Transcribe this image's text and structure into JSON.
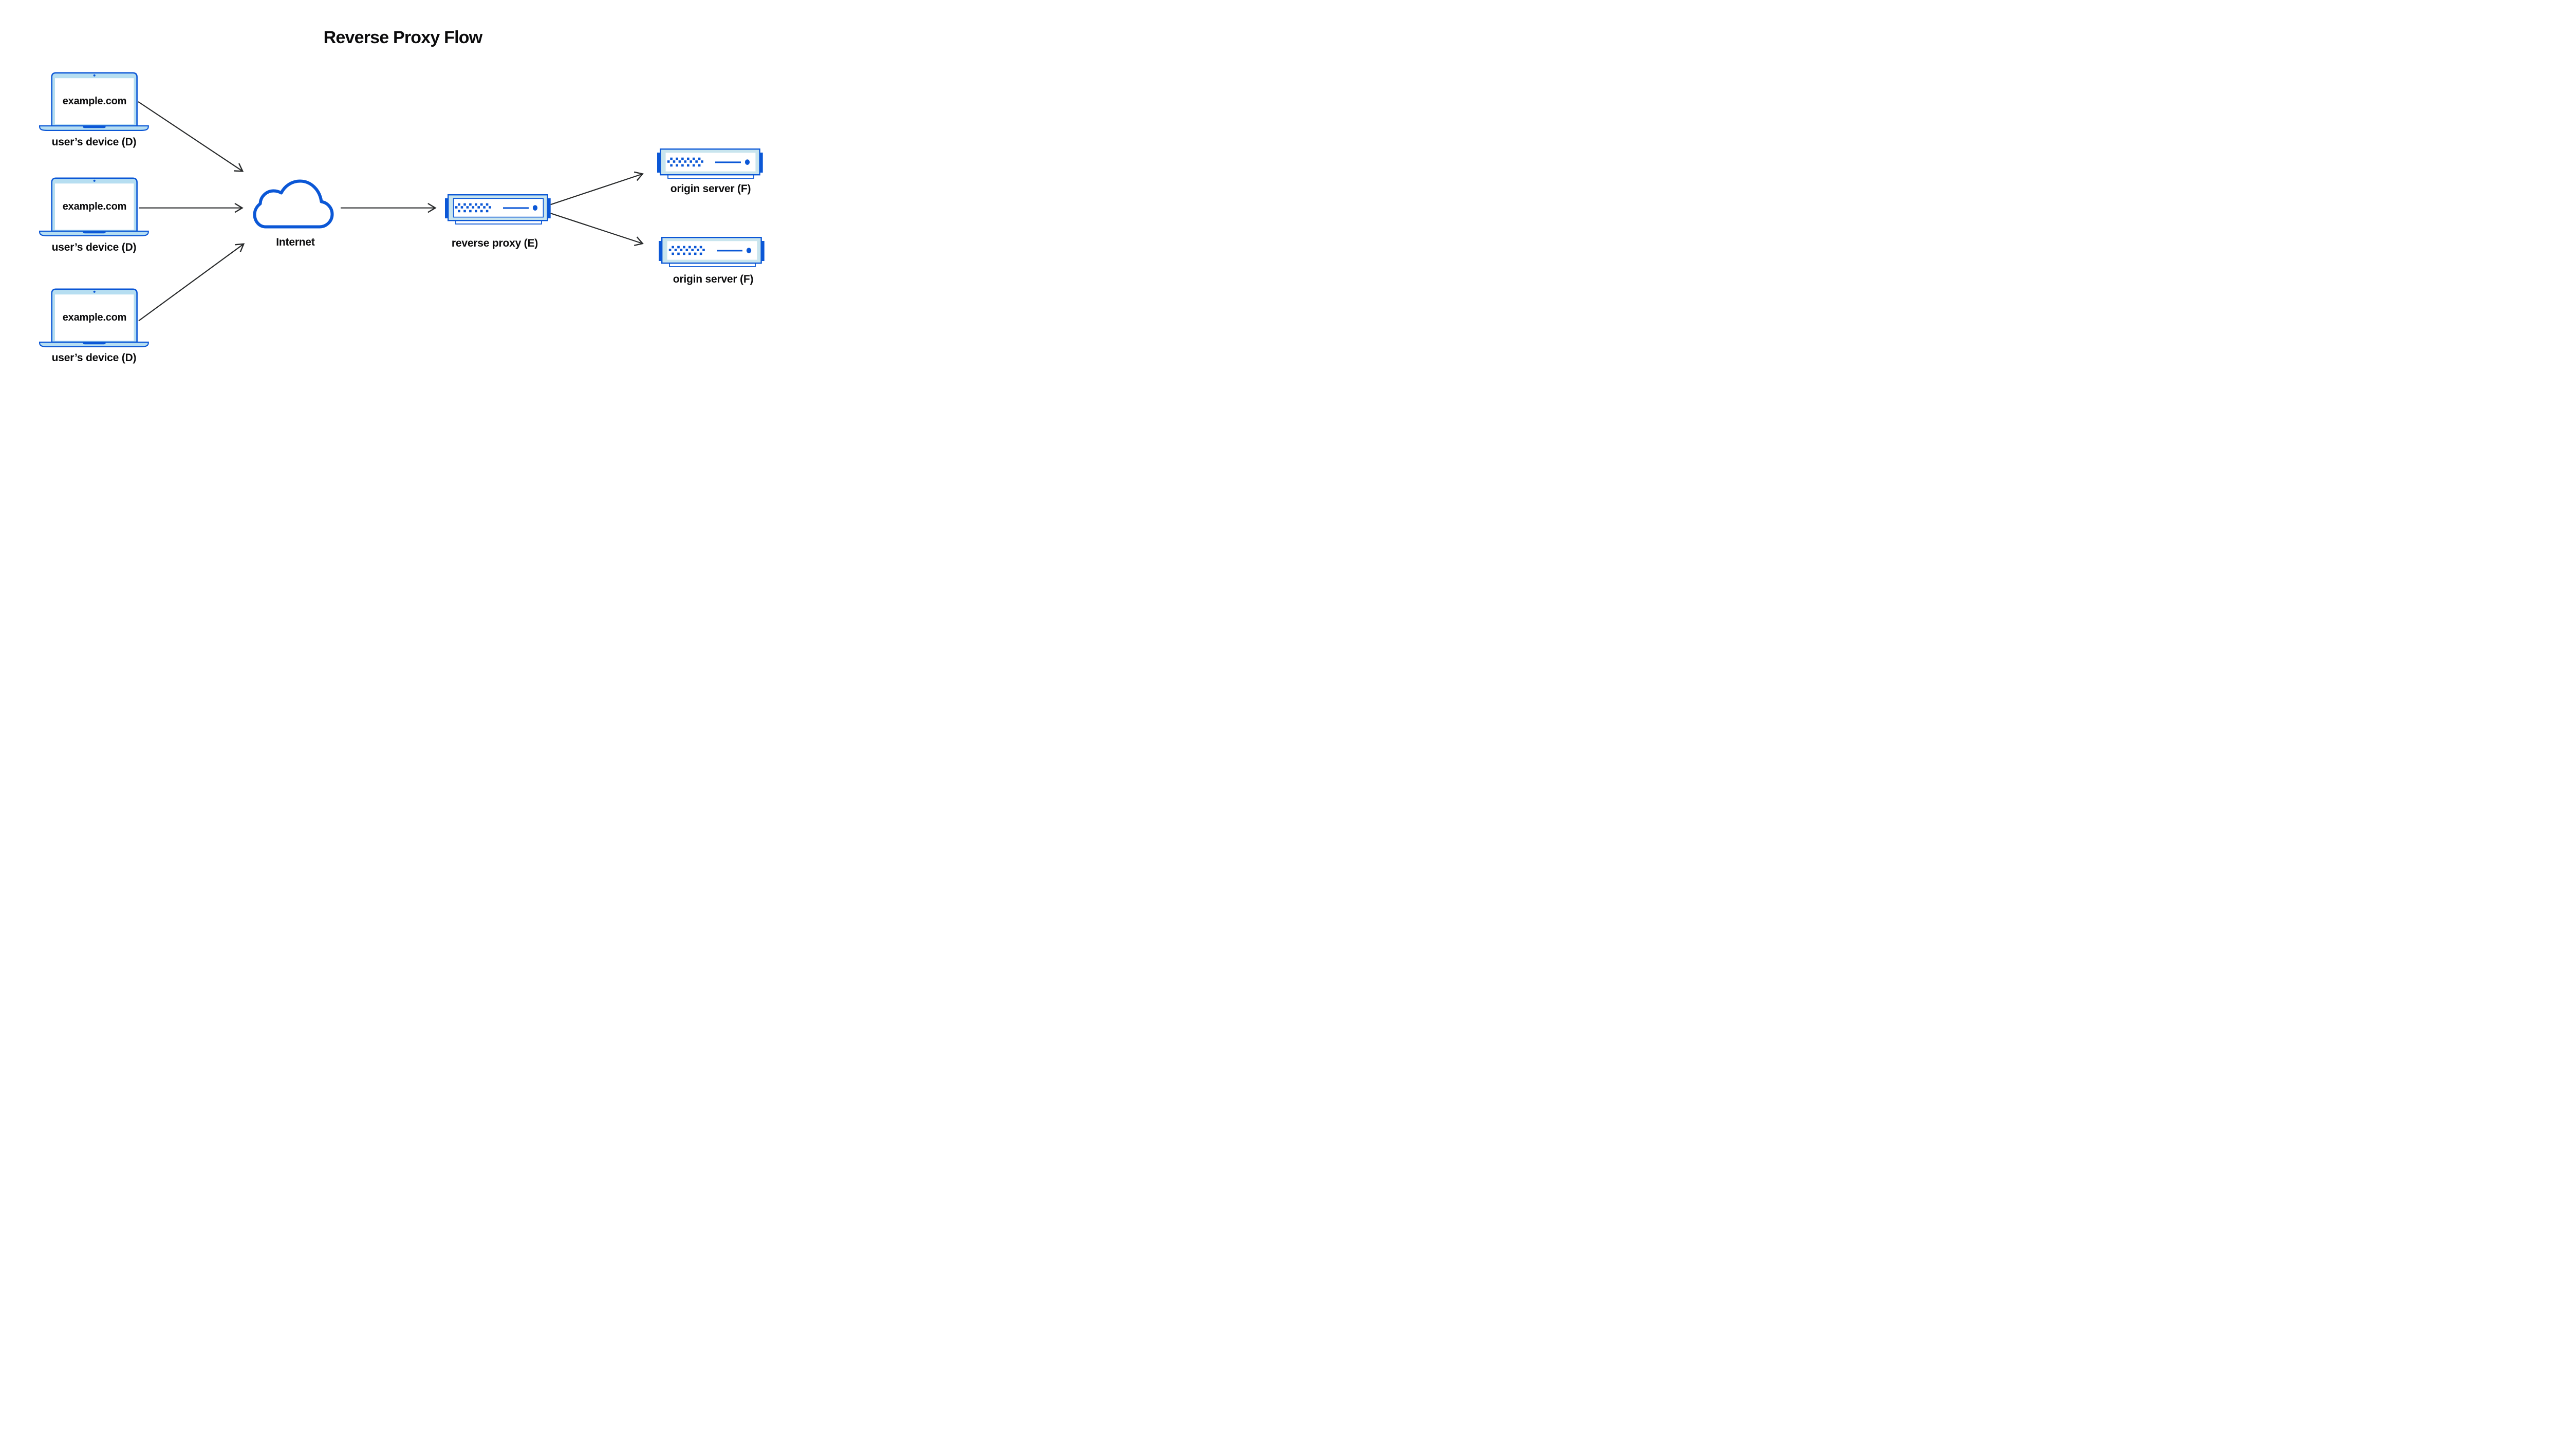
{
  "diagram": {
    "title": "Reverse Proxy Flow",
    "devices": [
      {
        "screen": "example.com",
        "label": "user’s device (D)"
      },
      {
        "screen": "example.com",
        "label": "user’s device (D)"
      },
      {
        "screen": "example.com",
        "label": "user’s device (D)"
      }
    ],
    "internet": {
      "label": "Internet"
    },
    "reverse_proxy": {
      "label": "reverse proxy (E)"
    },
    "origins": [
      {
        "label": "origin server (F)"
      },
      {
        "label": "origin server (F)"
      }
    ],
    "icons": {
      "device": "laptop-icon",
      "internet": "cloud-icon",
      "server": "rack-server-icon"
    },
    "colors": {
      "primary_blue": "#0b57d6",
      "laptop_fill": "#b6def1",
      "server_fill": "#c9e5ee",
      "arrow": "#282a2b",
      "text": "#0b0b0c",
      "background": "#ffffff"
    }
  }
}
